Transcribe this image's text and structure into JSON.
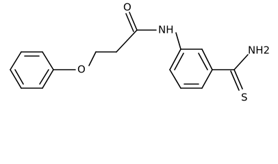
{
  "molecule": {
    "atoms": [
      {
        "id": "O_carbonyl",
        "label": "O"
      },
      {
        "id": "N_amide",
        "label": "NH"
      },
      {
        "id": "O_ether",
        "label": "O"
      },
      {
        "id": "N_thioamide",
        "label": "NH2"
      },
      {
        "id": "S_thioamide",
        "label": "S"
      }
    ]
  }
}
